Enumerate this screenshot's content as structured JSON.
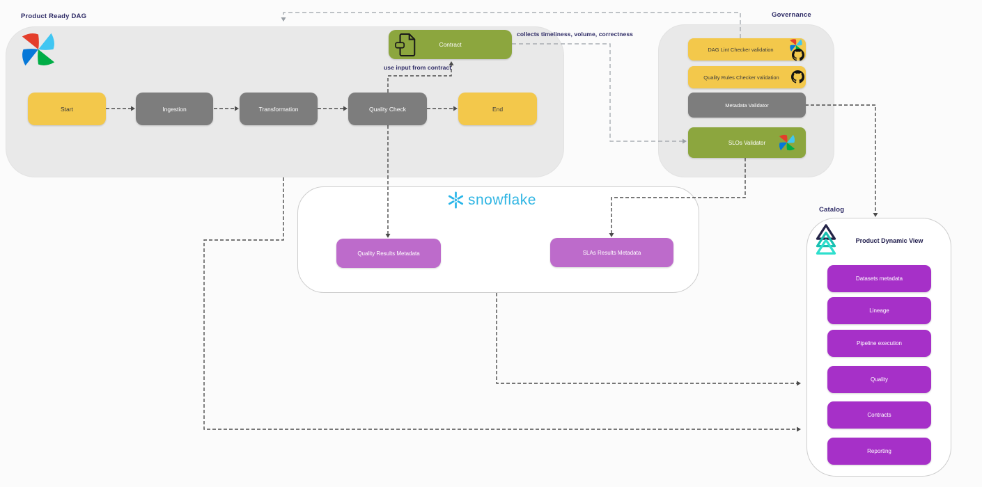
{
  "dag": {
    "label": "Product Ready DAG",
    "nodes": [
      {
        "label": "Start"
      },
      {
        "label": "Ingestion"
      },
      {
        "label": "Transformation"
      },
      {
        "label": "Quality Check"
      },
      {
        "label": "End"
      }
    ],
    "contract": {
      "label": "Contract"
    }
  },
  "governance": {
    "label": "Governance",
    "items": [
      {
        "label": "DAG Lint Checker validation"
      },
      {
        "label": "Quality Rules Checker validation"
      },
      {
        "label": "Metadata Validator"
      },
      {
        "label": "SLOs Validator"
      }
    ]
  },
  "snowflake": {
    "wordmark": "snowflake",
    "boxes": [
      {
        "label": "Quality Results Metadata"
      },
      {
        "label": "SLAs Results Metadata"
      }
    ]
  },
  "catalog": {
    "label": "Catalog",
    "heading": "Product Dynamic View",
    "items": [
      {
        "label": "Datasets metadata"
      },
      {
        "label": "Lineage"
      },
      {
        "label": "Pipeline execution"
      },
      {
        "label": "Quality"
      },
      {
        "label": "Contracts"
      },
      {
        "label": "Reporting"
      }
    ]
  },
  "annotations": {
    "collects": "collects timeliness, volume, correctness",
    "use_input": "use input from contract"
  },
  "colors": {
    "yellow": "#F3C84B",
    "gray_node": "#7D7D7D",
    "green": "#8CA63E",
    "purple_light": "#BD6BCB",
    "purple": "#A630C8",
    "navy_label": "#2E2B66",
    "snowflake_blue": "#29B5E8",
    "container_gray": "#E9E9E9"
  }
}
